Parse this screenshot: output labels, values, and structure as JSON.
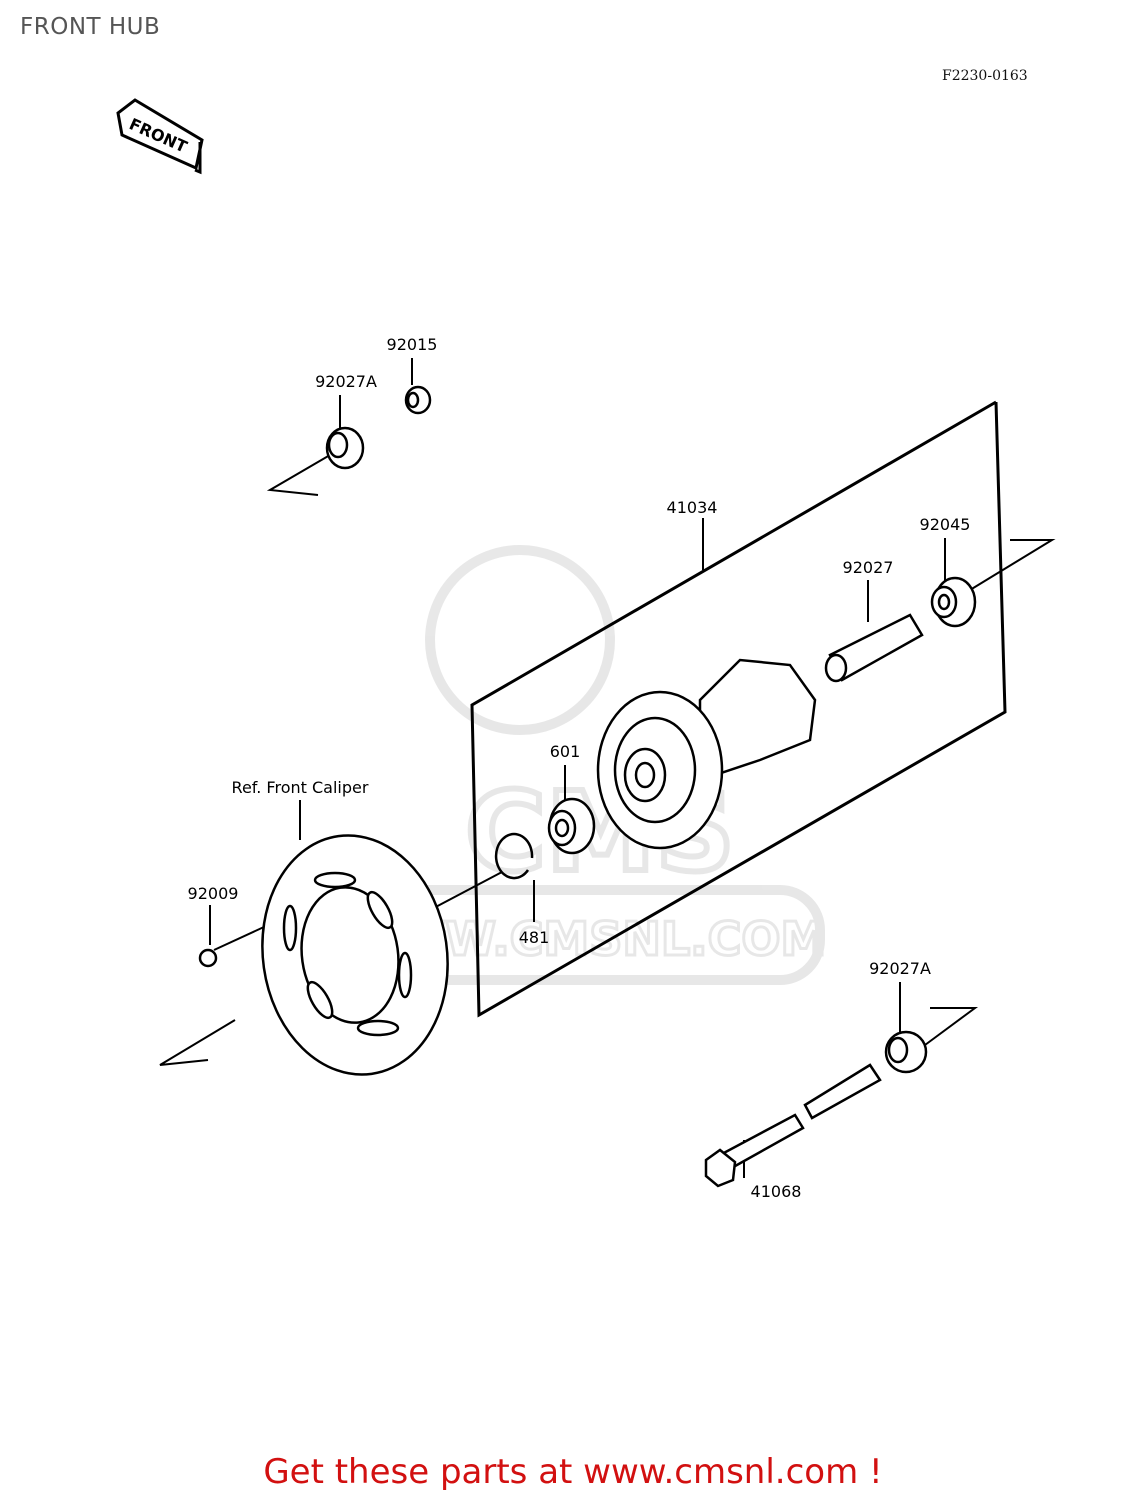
{
  "header": {
    "title": "FRONT HUB",
    "figure_code": "F2230-0163"
  },
  "front_indicator": {
    "label": "FRONT"
  },
  "parts": {
    "p92015": "92015",
    "p92027A_top": "92027A",
    "p41034": "41034",
    "p92045": "92045",
    "p92027": "92027",
    "p601": "601",
    "ref_caliper": "Ref. Front Caliper",
    "p92009": "92009",
    "p481": "481",
    "p92027A_bottom": "92027A",
    "p41068": "41068"
  },
  "watermark": {
    "text": "WWW.CMSNL.COM",
    "logo": "CMS"
  },
  "footer": {
    "cta": "Get these parts at www.cmsnl.com !"
  },
  "colors": {
    "line": "#000000",
    "footer": "#d21010",
    "title": "#555555",
    "watermark": "#c8c8c8"
  }
}
